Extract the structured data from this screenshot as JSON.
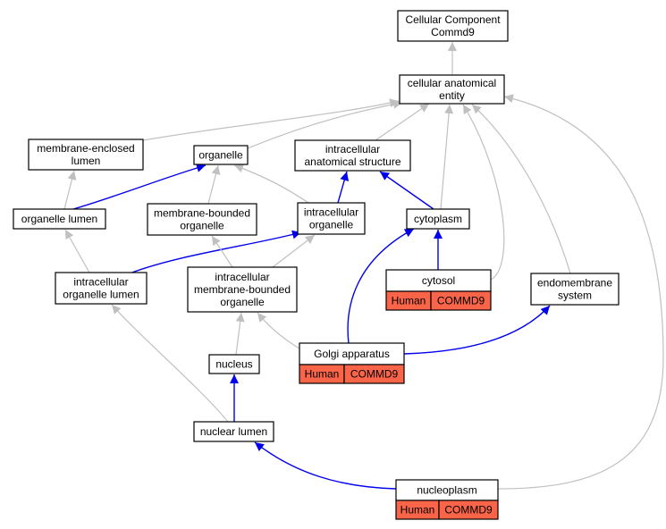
{
  "colors": {
    "gray_edge": "#c0c0c0",
    "blue_edge": "#0000ee",
    "annotation_fill": "#fa6448"
  },
  "nodes": {
    "cellular_component_commd9": {
      "lines": [
        "Cellular Component",
        "Commd9"
      ]
    },
    "cellular_anatomical_entity": {
      "lines": [
        "cellular anatomical",
        "entity"
      ]
    },
    "membrane_enclosed_lumen": {
      "lines": [
        "membrane-enclosed",
        "lumen"
      ]
    },
    "organelle": {
      "lines": [
        "organelle"
      ]
    },
    "intracellular_anatomical_structure": {
      "lines": [
        "intracellular",
        "anatomical structure"
      ]
    },
    "organelle_lumen": {
      "lines": [
        "organelle lumen"
      ]
    },
    "membrane_bounded_organelle": {
      "lines": [
        "membrane-bounded",
        "organelle"
      ]
    },
    "intracellular_organelle": {
      "lines": [
        "intracellular",
        "organelle"
      ]
    },
    "cytoplasm": {
      "lines": [
        "cytoplasm"
      ]
    },
    "intracellular_organelle_lumen": {
      "lines": [
        "intracellular",
        "organelle lumen"
      ]
    },
    "intracellular_membrane_bounded_organelle": {
      "lines": [
        "intracellular",
        "membrane-bounded",
        "organelle"
      ]
    },
    "cytosol": {
      "lines": [
        "cytosol"
      ],
      "tags": [
        "Human",
        "COMMD9"
      ]
    },
    "endomembrane_system": {
      "lines": [
        "endomembrane",
        "system"
      ]
    },
    "golgi_apparatus": {
      "lines": [
        "Golgi apparatus"
      ],
      "tags": [
        "Human",
        "COMMD9"
      ]
    },
    "nucleus": {
      "lines": [
        "nucleus"
      ]
    },
    "nuclear_lumen": {
      "lines": [
        "nuclear lumen"
      ]
    },
    "nucleoplasm": {
      "lines": [
        "nucleoplasm"
      ],
      "tags": [
        "Human",
        "COMMD9"
      ]
    }
  },
  "edges": [
    {
      "from": "cellular_anatomical_entity",
      "to": "cellular_component_commd9",
      "kind": "gray"
    },
    {
      "from": "membrane_enclosed_lumen",
      "to": "cellular_anatomical_entity",
      "kind": "gray"
    },
    {
      "from": "organelle",
      "to": "cellular_anatomical_entity",
      "kind": "gray"
    },
    {
      "from": "intracellular_anatomical_structure",
      "to": "cellular_anatomical_entity",
      "kind": "gray"
    },
    {
      "from": "cytoplasm",
      "to": "cellular_anatomical_entity",
      "kind": "gray"
    },
    {
      "from": "cytosol",
      "to": "cellular_anatomical_entity",
      "kind": "gray"
    },
    {
      "from": "endomembrane_system",
      "to": "cellular_anatomical_entity",
      "kind": "gray"
    },
    {
      "from": "nucleoplasm",
      "to": "cellular_anatomical_entity",
      "kind": "gray"
    },
    {
      "from": "organelle_lumen",
      "to": "membrane_enclosed_lumen",
      "kind": "gray"
    },
    {
      "from": "organelle_lumen",
      "to": "organelle",
      "kind": "blue"
    },
    {
      "from": "membrane_bounded_organelle",
      "to": "organelle",
      "kind": "gray"
    },
    {
      "from": "intracellular_organelle",
      "to": "organelle",
      "kind": "gray"
    },
    {
      "from": "intracellular_organelle",
      "to": "intracellular_anatomical_structure",
      "kind": "blue"
    },
    {
      "from": "cytoplasm",
      "to": "intracellular_anatomical_structure",
      "kind": "blue"
    },
    {
      "from": "intracellular_organelle_lumen",
      "to": "organelle_lumen",
      "kind": "gray"
    },
    {
      "from": "intracellular_organelle_lumen",
      "to": "intracellular_organelle",
      "kind": "blue"
    },
    {
      "from": "intracellular_membrane_bounded_organelle",
      "to": "membrane_bounded_organelle",
      "kind": "gray"
    },
    {
      "from": "intracellular_membrane_bounded_organelle",
      "to": "intracellular_organelle",
      "kind": "gray"
    },
    {
      "from": "cytosol",
      "to": "cytoplasm",
      "kind": "blue"
    },
    {
      "from": "golgi_apparatus",
      "to": "cytoplasm",
      "kind": "blue"
    },
    {
      "from": "golgi_apparatus",
      "to": "intracellular_membrane_bounded_organelle",
      "kind": "gray"
    },
    {
      "from": "golgi_apparatus",
      "to": "endomembrane_system",
      "kind": "blue"
    },
    {
      "from": "nucleus",
      "to": "intracellular_membrane_bounded_organelle",
      "kind": "gray"
    },
    {
      "from": "nuclear_lumen",
      "to": "nucleus",
      "kind": "blue"
    },
    {
      "from": "nuclear_lumen",
      "to": "intracellular_organelle_lumen",
      "kind": "gray"
    },
    {
      "from": "nucleoplasm",
      "to": "nuclear_lumen",
      "kind": "blue"
    }
  ]
}
